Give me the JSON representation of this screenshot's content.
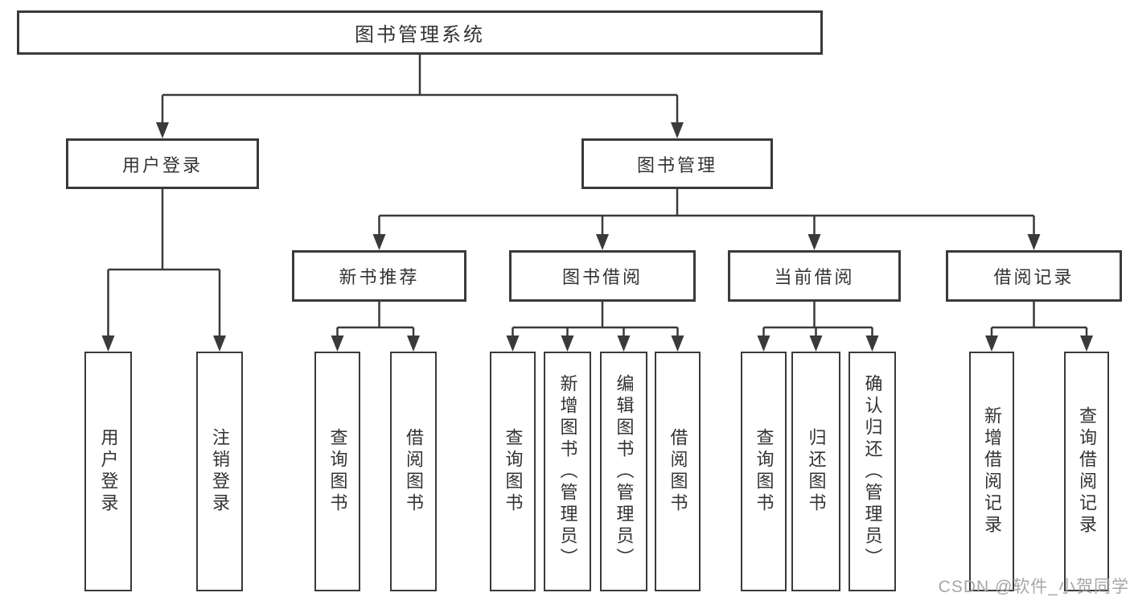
{
  "diagram_title": "图书管理系统",
  "nodes": {
    "root": {
      "label": "图书管理系统"
    },
    "user_login": {
      "label": "用户登录",
      "parent": "root"
    },
    "book_mgmt": {
      "label": "图书管理",
      "parent": "root"
    },
    "new_book_rec": {
      "label": "新书推荐",
      "parent": "book_mgmt"
    },
    "book_borrow": {
      "label": "图书借阅",
      "parent": "book_mgmt"
    },
    "current_borrow": {
      "label": "当前借阅",
      "parent": "book_mgmt"
    },
    "borrow_record": {
      "label": "借阅记录",
      "parent": "book_mgmt"
    },
    "leaves": [
      {
        "label": "用户登录",
        "parent": "user_login"
      },
      {
        "label": "注销登录",
        "parent": "user_login"
      },
      {
        "label": "查询图书",
        "parent": "new_book_rec"
      },
      {
        "label": "借阅图书",
        "parent": "new_book_rec"
      },
      {
        "label": "查询图书",
        "parent": "book_borrow"
      },
      {
        "label": "新增图书（管理员）",
        "parent": "book_borrow"
      },
      {
        "label": "编辑图书（管理员）",
        "parent": "book_borrow"
      },
      {
        "label": "借阅图书",
        "parent": "book_borrow"
      },
      {
        "label": "查询图书",
        "parent": "current_borrow"
      },
      {
        "label": "归还图书",
        "parent": "current_borrow"
      },
      {
        "label": "确认归还（管理员）",
        "parent": "current_borrow"
      },
      {
        "label": "新增借阅记录",
        "parent": "borrow_record"
      },
      {
        "label": "查询借阅记录",
        "parent": "borrow_record"
      }
    ]
  },
  "watermark": {
    "text": "CSDN @软件_小贺同学"
  },
  "colors": {
    "line": "#3a3a3a",
    "text": "#333333",
    "background": "#ffffff",
    "watermark": "#a6a6a6"
  }
}
